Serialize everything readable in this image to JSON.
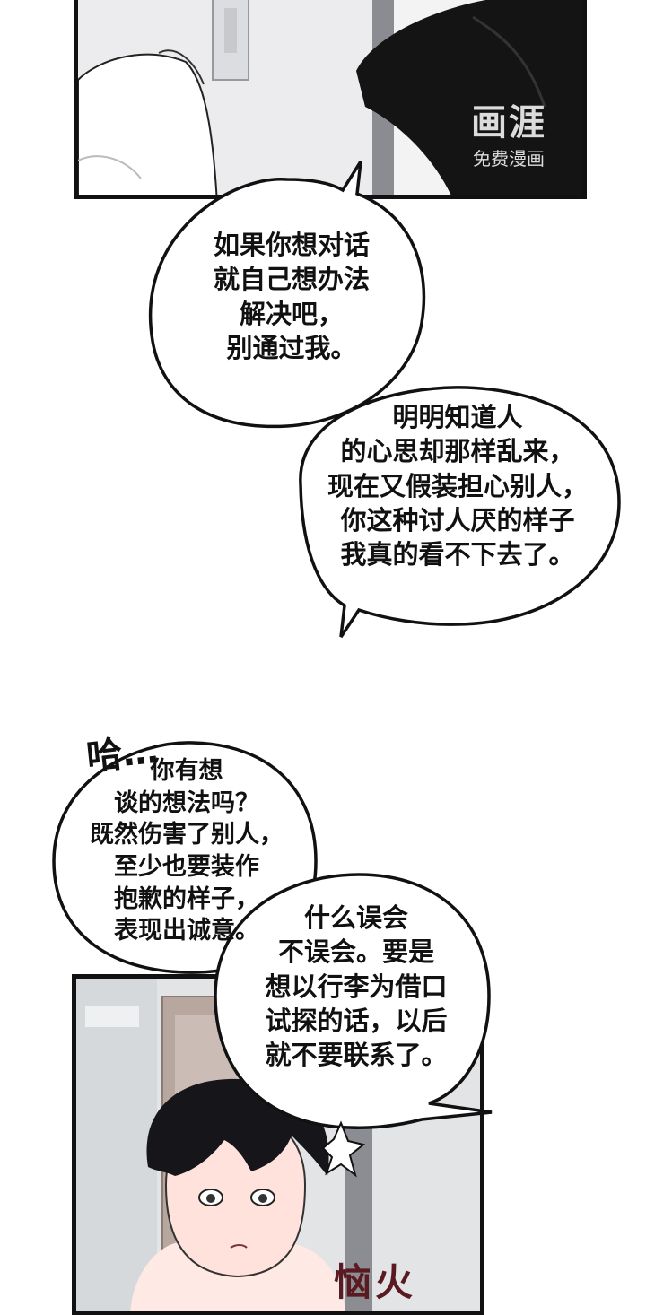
{
  "watermark": {
    "logo_text": "画涯",
    "sub_text": "免费漫画"
  },
  "bubbles": [
    {
      "id": "bubble-1",
      "lines": [
        "如果你想对话",
        "就自己想办法",
        "解决吧，",
        "别通过我。"
      ]
    },
    {
      "id": "bubble-2",
      "lines": [
        "明明知道人",
        "的心思却那样乱来，",
        "现在又假装担心别人，",
        "你这种讨人厌的样子",
        "我真的看不下去了。"
      ]
    },
    {
      "id": "bubble-3",
      "lines": [
        "你有想",
        "谈的想法吗？",
        "既然伤害了别人，",
        "至少也要装作",
        "抱歉的样子，",
        "表现出诚意。"
      ]
    },
    {
      "id": "bubble-4",
      "lines": [
        "什么误会",
        "不误会。要是",
        "想以行李为借口",
        "试探的话，以后",
        "就不要联系了。"
      ]
    }
  ],
  "sfx": {
    "sigh": "哈…",
    "angry": "恼火"
  },
  "colors": {
    "ink": "#111111",
    "sfx_angry": "#5a1a22",
    "hair": "#16161a",
    "jacket": "#141414"
  }
}
